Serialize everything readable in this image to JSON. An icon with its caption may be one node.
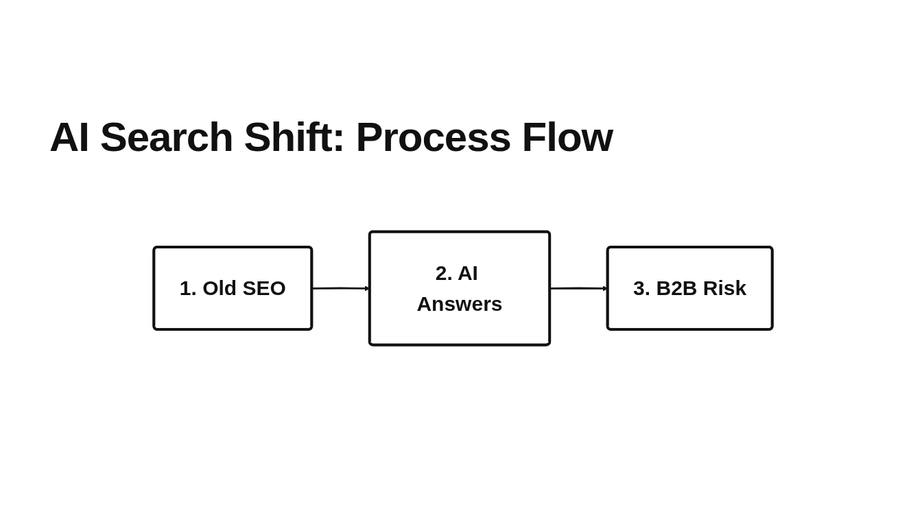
{
  "diagram": {
    "title": "AI Search Shift: Process Flow",
    "nodes": [
      {
        "text": [
          "1. Old SEO"
        ]
      },
      {
        "text": [
          "2. AI Answers"
        ]
      },
      {
        "text": [
          "3. B2B Risk"
        ]
      }
    ],
    "edges": [
      {
        "from": 0,
        "to": 1,
        "arrow": "to"
      },
      {
        "from": 1,
        "to": 2,
        "arrow": "to"
      }
    ]
  }
}
